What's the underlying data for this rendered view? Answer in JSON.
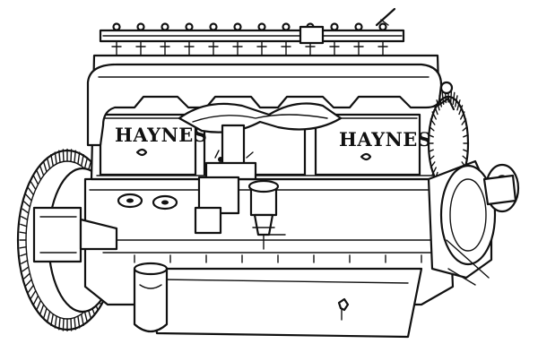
{
  "illustration": {
    "subject": "engine-line-drawing",
    "brand_left": "HAYNES",
    "brand_right": "HAYNES",
    "ink_color": "#111111",
    "paper_color": "#ffffff"
  }
}
